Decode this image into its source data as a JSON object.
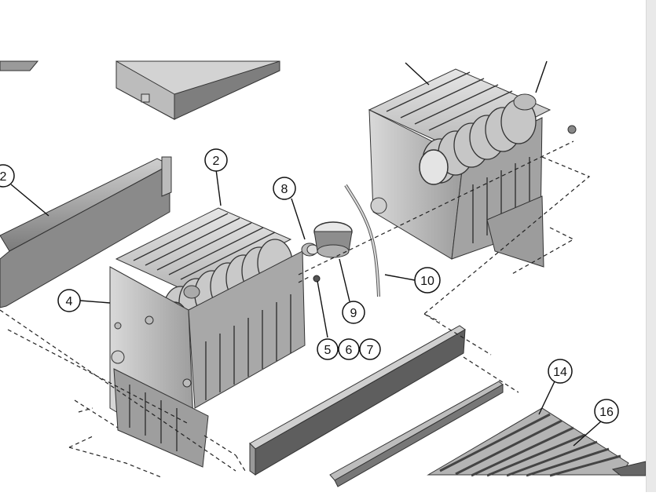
{
  "diagram": {
    "callouts": {
      "c2_left": "2",
      "c2_block": "2",
      "c4": "4",
      "c8": "8",
      "c9": "9",
      "c10": "10",
      "c5": "5",
      "c6": "6",
      "c7": "7",
      "c14": "14",
      "c16": "16"
    }
  }
}
